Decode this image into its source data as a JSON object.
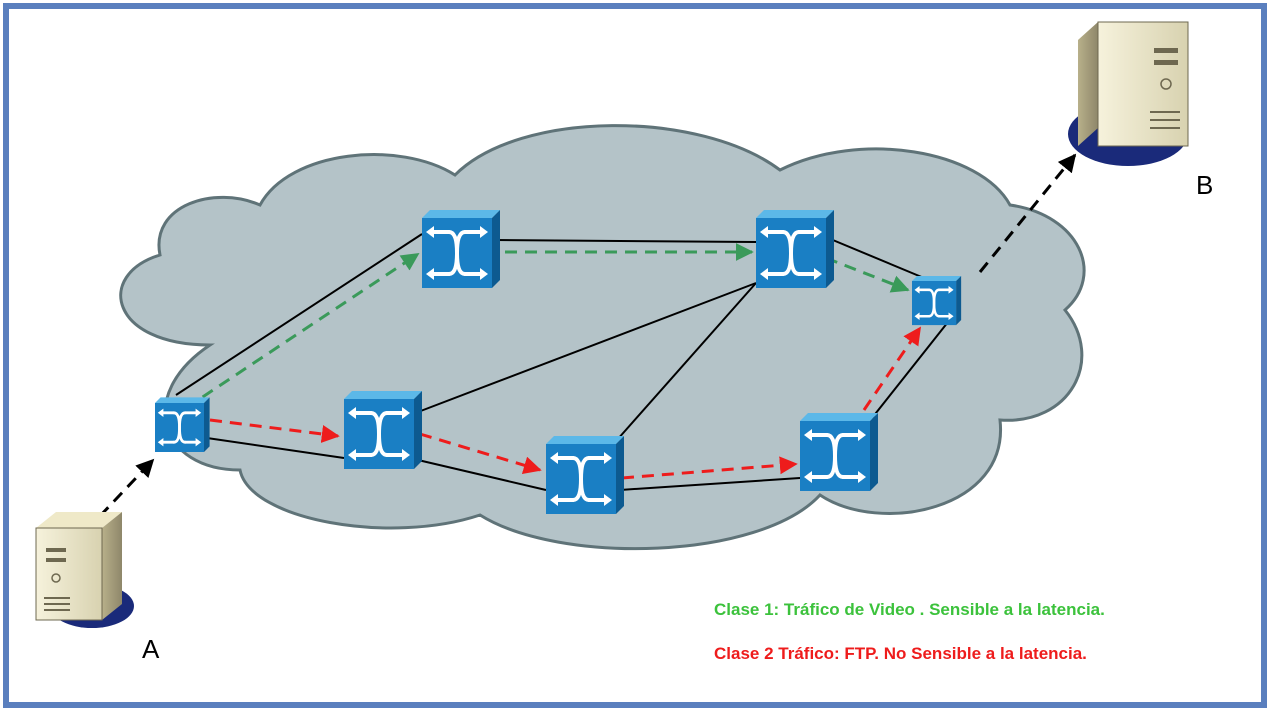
{
  "diagram": {
    "host_a_label": "A",
    "host_b_label": "B",
    "legend": {
      "class1": "Clase 1: Tráfico de Video . Sensible a la latencia.",
      "class2": "Clase 2 Tráfico: FTP. No Sensible a la latencia."
    },
    "colors": {
      "frame": "#5a7fbe",
      "cloud_fill": "#b4c3c8",
      "cloud_stroke": "#5f7378",
      "switch_front": "#1a7fc4",
      "switch_top": "#5cb8e8",
      "switch_side": "#0d5a90",
      "class1_path": "#3a9a5a",
      "class2_path": "#ee1c1c",
      "host_link": "#000000"
    },
    "nodes": [
      "switch-ingress",
      "switch-top-left",
      "switch-top-right",
      "switch-egress",
      "switch-mid-left",
      "switch-center-bottom",
      "switch-bottom-right"
    ]
  }
}
